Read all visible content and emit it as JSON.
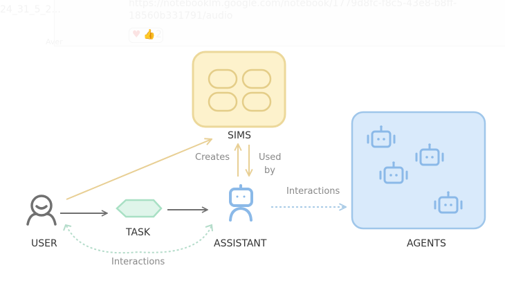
{
  "background_overlay": {
    "filename_fragment": "24_31_5_2...",
    "link_line1": "https://notebooklm.google.com/notebook/1779d8fc-f8c5-43e8-b8ff-",
    "link_line2": "18560b331791/audio",
    "reaction_count": "2",
    "author_fragment": "Aver"
  },
  "nodes": {
    "user": {
      "label": "USER",
      "icon": "user-icon"
    },
    "task": {
      "label": "TASK",
      "icon": "hexagon-shape"
    },
    "assistant": {
      "label": "ASSISTANT",
      "icon": "robot-icon"
    },
    "sims": {
      "label": "SIMS",
      "icon": "grid-of-pills-icon"
    },
    "agents": {
      "label": "AGENTS",
      "icon": "robot-group-icon",
      "robot_count": 4
    }
  },
  "edges": {
    "user_to_sims": {
      "label": ""
    },
    "assistant_to_sims": {
      "label": "Creates"
    },
    "sims_to_assistant": {
      "label_line1": "Used",
      "label_line2": "by"
    },
    "assistant_to_agents": {
      "label": "Interactions"
    },
    "user_assistant_loop": {
      "label": "Interactions"
    }
  },
  "colors": {
    "sims_fill": "#fdf2cc",
    "sims_stroke": "#ecd89a",
    "sims_arrow": "#e8cf94",
    "agents_fill": "#d9eafb",
    "agents_stroke": "#9fc6ea",
    "robot": "#8bb9e8",
    "task_fill": "#dff5ea",
    "task_stroke": "#a8e0c4",
    "loop_arrow": "#b4dcca",
    "gray_arrow": "#6f6f6f",
    "user_icon": "#707070"
  }
}
